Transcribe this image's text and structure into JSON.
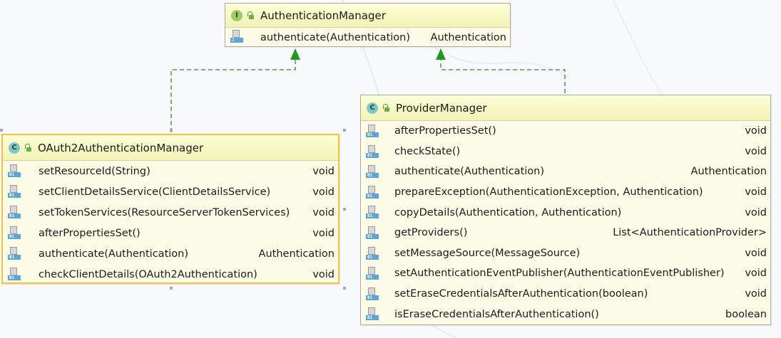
{
  "diagram": {
    "classes": [
      {
        "id": "authentication-manager",
        "kind": "interface",
        "badge": "I",
        "name": "AuthenticationManager",
        "methods": [
          {
            "name": "authenticate(Authentication)",
            "returns": "Authentication",
            "icon_label": "J"
          }
        ]
      },
      {
        "id": "oauth2-authentication-manager",
        "kind": "class",
        "badge": "C",
        "name": "OAuth2AuthenticationManager",
        "selected": true,
        "methods": [
          {
            "name": "setResourceId(String)",
            "returns": "void",
            "icon_label": "01"
          },
          {
            "name": "setClientDetailsService(ClientDetailsService)",
            "returns": "void",
            "icon_label": "01"
          },
          {
            "name": "setTokenServices(ResourceServerTokenServices)",
            "returns": "void",
            "icon_label": "01"
          },
          {
            "name": "afterPropertiesSet()",
            "returns": "void",
            "icon_label": "01"
          },
          {
            "name": "authenticate(Authentication)",
            "returns": "Authentication",
            "icon_label": "01"
          },
          {
            "name": "checkClientDetails(OAuth2Authentication)",
            "returns": "void",
            "icon_label": "01"
          }
        ]
      },
      {
        "id": "provider-manager",
        "kind": "class",
        "badge": "C",
        "name": "ProviderManager",
        "methods": [
          {
            "name": "afterPropertiesSet()",
            "returns": "void",
            "icon_label": "01"
          },
          {
            "name": "checkState()",
            "returns": "void",
            "icon_label": "01"
          },
          {
            "name": "authenticate(Authentication)",
            "returns": "Authentication",
            "icon_label": "01"
          },
          {
            "name": "prepareException(AuthenticationException, Authentication)",
            "returns": "void",
            "icon_label": "01"
          },
          {
            "name": "copyDetails(Authentication, Authentication)",
            "returns": "void",
            "icon_label": "01"
          },
          {
            "name": "getProviders()",
            "returns": "List<AuthenticationProvider>",
            "icon_label": "01"
          },
          {
            "name": "setMessageSource(MessageSource)",
            "returns": "void",
            "icon_label": "01"
          },
          {
            "name": "setAuthenticationEventPublisher(AuthenticationEventPublisher)",
            "returns": "void",
            "icon_label": "01"
          },
          {
            "name": "setEraseCredentialsAfterAuthentication(boolean)",
            "returns": "void",
            "icon_label": "01"
          },
          {
            "name": "isEraseCredentialsAfterAuthentication()",
            "returns": "boolean",
            "icon_label": "01"
          }
        ]
      }
    ],
    "relations": [
      {
        "type": "implements",
        "from": "oauth2-authentication-manager",
        "to": "authentication-manager"
      },
      {
        "type": "implements",
        "from": "provider-manager",
        "to": "authentication-manager"
      }
    ],
    "colors": {
      "box_fill": "#fbfbe6",
      "header_fill": "#f3f3b6",
      "selected_border": "#f2c33a",
      "implements_line": "#2e8b2e",
      "interface_badge": "#9ccc65",
      "class_badge": "#7fc8c8"
    }
  }
}
